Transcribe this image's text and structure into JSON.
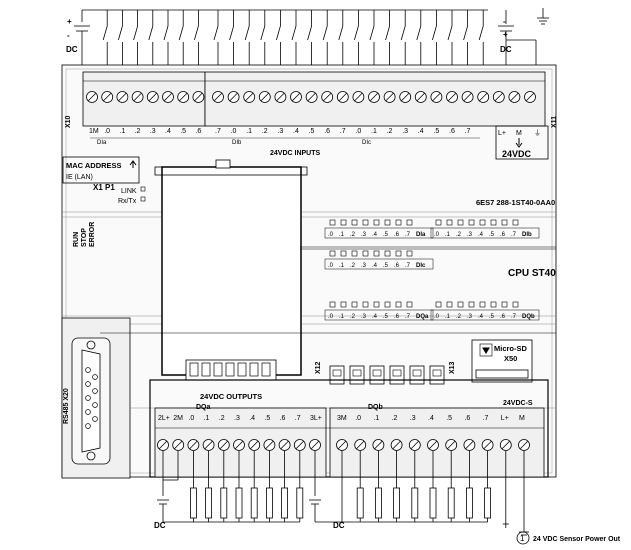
{
  "title": "",
  "top_labels": {
    "dc_left": "DC",
    "dc_right": "DC",
    "plus_left": "+",
    "minus_left": "-",
    "plus_right": "+",
    "minus_right": "-"
  },
  "module": {
    "x10": "X10",
    "x11": "X11",
    "x12": "X12",
    "x13": "X13",
    "x20": "RS485 X20",
    "inputs_title": "24VDC INPUTS",
    "power_title": "24VDC",
    "power_terms": [
      "L+",
      "M",
      "⏚"
    ],
    "di_groups": [
      "DIa",
      "DIb",
      "DIc"
    ],
    "di_terms_a": [
      "1M",
      ".0",
      ".1",
      ".2",
      ".3",
      ".4",
      ".5",
      ".6"
    ],
    "di_terms_b": [
      ".7",
      ".0",
      ".1",
      ".2",
      ".3",
      ".4",
      ".5",
      ".6"
    ],
    "di_terms_c": [
      ".7",
      ".0",
      ".1",
      ".2",
      ".3",
      ".4",
      ".5",
      ".6",
      ".7"
    ],
    "mac_label": "MAC ADDRESS",
    "ie_label": "IE (LAN)",
    "x1p1": "X1 P1",
    "link": "LINK",
    "rxtx": "Rx/Tx",
    "part_number": "6ES7 288-1ST40-0AA0",
    "cpu_name": "CPU ST40",
    "status": [
      "RUN",
      "STOP",
      "ERROR"
    ],
    "led_row_di_a": [
      ".0",
      ".1",
      ".2",
      ".3",
      ".4",
      ".5",
      ".6",
      ".7",
      "DIa"
    ],
    "led_row_di_b": [
      ".0",
      ".1",
      ".2",
      ".3",
      ".4",
      ".5",
      ".6",
      ".7",
      "DIb"
    ],
    "led_row_di_c": [
      ".0",
      ".1",
      ".2",
      ".3",
      ".4",
      ".5",
      ".6",
      ".7",
      "DIc"
    ],
    "led_row_dq_a": [
      ".0",
      ".1",
      ".2",
      ".3",
      ".4",
      ".5",
      ".6",
      ".7",
      "DQa"
    ],
    "led_row_dq_b": [
      ".0",
      ".1",
      ".2",
      ".3",
      ".4",
      ".5",
      ".6",
      ".7",
      "DQb"
    ],
    "micro_sd": "Micro-SD",
    "x50": "X50",
    "outputs_title": "24VDC OUTPUTS",
    "dqa": "DQa",
    "dqb": "DQb",
    "out_terms_a": [
      "2L+",
      "2M",
      ".0",
      ".1",
      ".2",
      ".3",
      ".4",
      ".5",
      ".6",
      ".7",
      "3L+"
    ],
    "out_terms_b": [
      "3M",
      ".0",
      ".1",
      ".2",
      ".3",
      ".4",
      ".5",
      ".6",
      ".7",
      "L+",
      "M"
    ],
    "sensor_power": "24VDC-S",
    "bottom_dc_left": "DC",
    "bottom_dc_right": "DC"
  },
  "footnote": {
    "number": "1",
    "text": "24 VDC Sensor Power Out"
  }
}
